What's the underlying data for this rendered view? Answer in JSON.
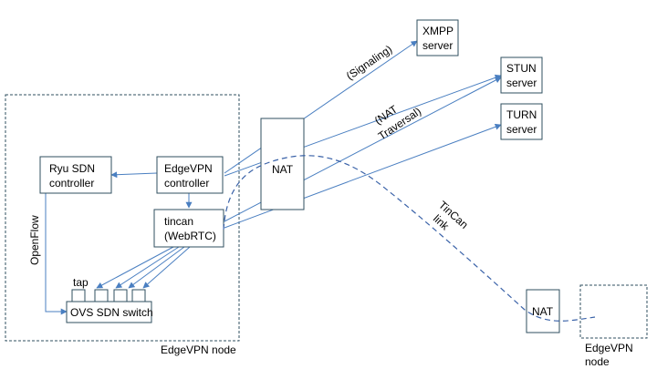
{
  "nodes": {
    "xmpp": [
      "XMPP",
      "server"
    ],
    "stun": [
      "STUN",
      "server"
    ],
    "turn": [
      "TURN",
      "server"
    ],
    "ryu": [
      "Ryu SDN",
      "controller"
    ],
    "edgevpn_ctrl": [
      "EdgeVPN",
      "controller"
    ],
    "tincan": [
      "tincan",
      "(WebRTC)"
    ],
    "nat_left": "NAT",
    "nat_right": "NAT",
    "ovs": "OVS SDN switch",
    "tap": "tap"
  },
  "labels": {
    "signaling": "(Signaling)",
    "nat_traversal": [
      "(NAT",
      "Traversal)"
    ],
    "tincan_link": [
      "TinCan",
      "link"
    ],
    "openflow": "OpenFlow",
    "edgevpn_node_left": "EdgeVPN node",
    "edgevpn_node_right": [
      "EdgeVPN",
      "node"
    ]
  },
  "colors": {
    "arrow": "#4a7fc1",
    "tunnel": "#3a62a8",
    "box_stroke": "#2f4f5f"
  }
}
